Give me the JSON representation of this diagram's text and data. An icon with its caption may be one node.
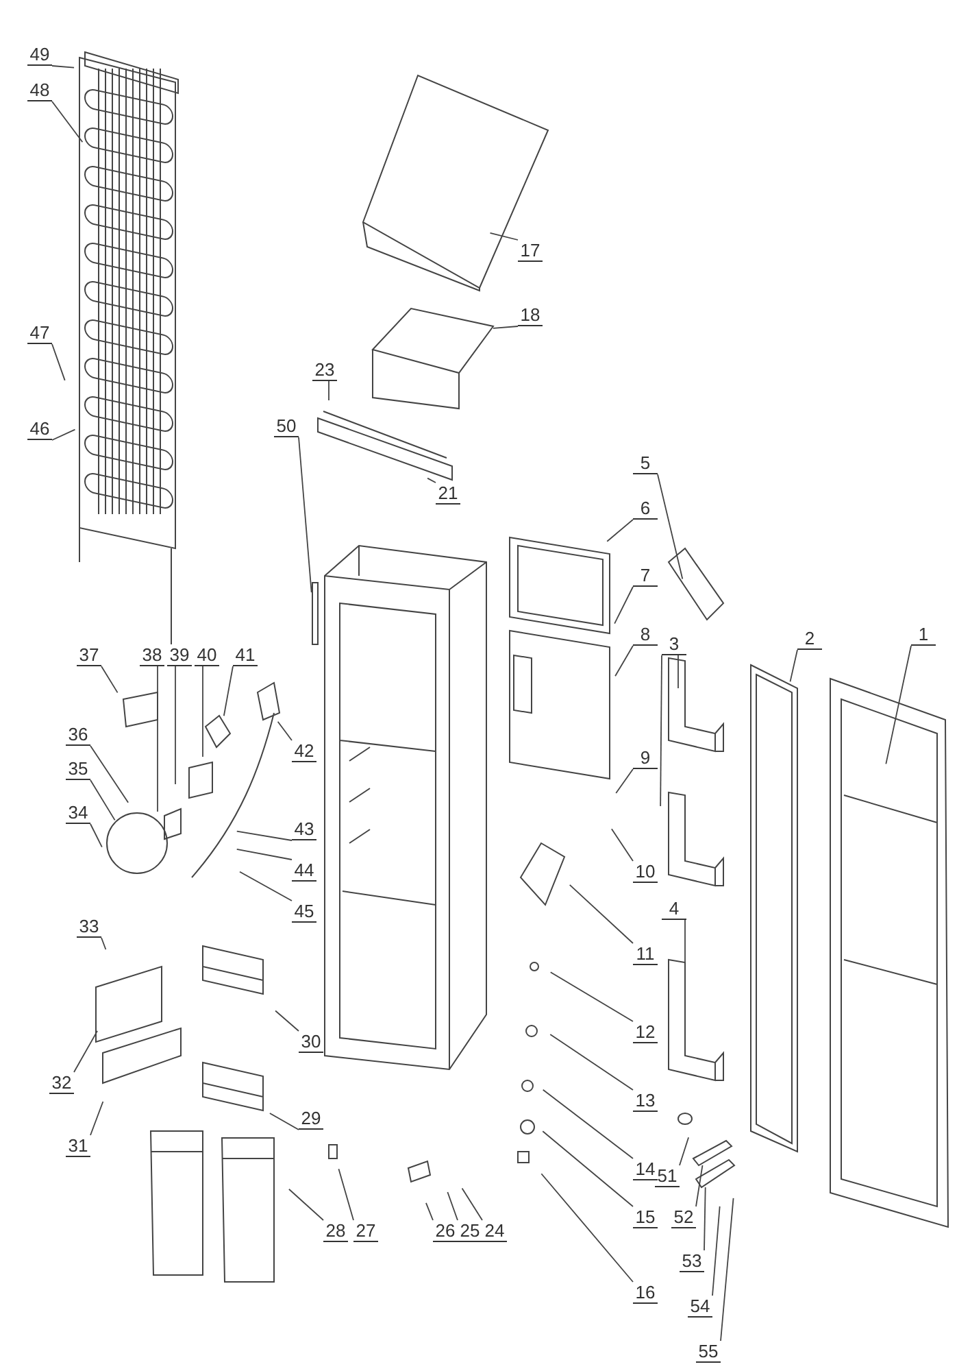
{
  "diagram": {
    "nodes": [
      {
        "text": [
          "1"
        ]
      },
      {
        "text": [
          "2"
        ]
      },
      {
        "text": [
          "3"
        ]
      },
      {
        "text": [
          "4"
        ]
      },
      {
        "text": [
          "5"
        ]
      },
      {
        "text": [
          "6"
        ]
      },
      {
        "text": [
          "7"
        ]
      },
      {
        "text": [
          "8"
        ]
      },
      {
        "text": [
          "9"
        ]
      },
      {
        "text": [
          "10"
        ]
      },
      {
        "text": [
          "11"
        ]
      },
      {
        "text": [
          "12"
        ]
      },
      {
        "text": [
          "13"
        ]
      },
      {
        "text": [
          "14"
        ]
      },
      {
        "text": [
          "15"
        ]
      },
      {
        "text": [
          "16"
        ]
      },
      {
        "text": [
          "17"
        ]
      },
      {
        "text": [
          "18"
        ]
      },
      {
        "text": [
          "21"
        ]
      },
      {
        "text": [
          "23"
        ]
      },
      {
        "text": [
          "24"
        ]
      },
      {
        "text": [
          "25"
        ]
      },
      {
        "text": [
          "26"
        ]
      },
      {
        "text": [
          "27"
        ]
      },
      {
        "text": [
          "28"
        ]
      },
      {
        "text": [
          "29"
        ]
      },
      {
        "text": [
          "30"
        ]
      },
      {
        "text": [
          "31"
        ]
      },
      {
        "text": [
          "32"
        ]
      },
      {
        "text": [
          "33"
        ]
      },
      {
        "text": [
          "34"
        ]
      },
      {
        "text": [
          "35"
        ]
      },
      {
        "text": [
          "36"
        ]
      },
      {
        "text": [
          "37"
        ]
      },
      {
        "text": [
          "38"
        ]
      },
      {
        "text": [
          "39"
        ]
      },
      {
        "text": [
          "40"
        ]
      },
      {
        "text": [
          "41"
        ]
      },
      {
        "text": [
          "42"
        ]
      },
      {
        "text": [
          "43"
        ]
      },
      {
        "text": [
          "44"
        ]
      },
      {
        "text": [
          "45"
        ]
      },
      {
        "text": [
          "46"
        ]
      },
      {
        "text": [
          "47"
        ]
      },
      {
        "text": [
          "48"
        ]
      },
      {
        "text": [
          "49"
        ]
      },
      {
        "text": [
          "50"
        ]
      },
      {
        "text": [
          "51"
        ]
      },
      {
        "text": [
          "52"
        ]
      },
      {
        "text": [
          "53"
        ]
      },
      {
        "text": [
          "54"
        ]
      },
      {
        "text": [
          "55"
        ]
      }
    ],
    "edges": [
      {
        "from": 0,
        "to": null,
        "arrow": "none"
      },
      {
        "from": 1,
        "to": null,
        "arrow": "none"
      },
      {
        "from": 2,
        "to": null,
        "arrow": "none"
      },
      {
        "from": 2,
        "to": null,
        "arrow": "none"
      },
      {
        "from": 3,
        "to": null,
        "arrow": "none"
      },
      {
        "from": 4,
        "to": null,
        "arrow": "none"
      },
      {
        "from": 5,
        "to": null,
        "arrow": "none"
      },
      {
        "from": 6,
        "to": null,
        "arrow": "none"
      },
      {
        "from": 7,
        "to": null,
        "arrow": "none"
      },
      {
        "from": 8,
        "to": null,
        "arrow": "none"
      },
      {
        "from": 9,
        "to": null,
        "arrow": "none"
      },
      {
        "from": 10,
        "to": null,
        "arrow": "none"
      },
      {
        "from": 11,
        "to": null,
        "arrow": "none"
      },
      {
        "from": 12,
        "to": null,
        "arrow": "none"
      },
      {
        "from": 13,
        "to": null,
        "arrow": "none"
      },
      {
        "from": 14,
        "to": null,
        "arrow": "none"
      },
      {
        "from": 15,
        "to": null,
        "arrow": "none"
      },
      {
        "from": 16,
        "to": null,
        "arrow": "none"
      },
      {
        "from": 17,
        "to": null,
        "arrow": "none"
      },
      {
        "from": 18,
        "to": null,
        "arrow": "none"
      },
      {
        "from": 19,
        "to": null,
        "arrow": "none"
      },
      {
        "from": 20,
        "to": null,
        "arrow": "none"
      },
      {
        "from": 21,
        "to": null,
        "arrow": "none"
      },
      {
        "from": 22,
        "to": null,
        "arrow": "none"
      },
      {
        "from": 23,
        "to": null,
        "arrow": "none"
      },
      {
        "from": 24,
        "to": null,
        "arrow": "none"
      },
      {
        "from": 25,
        "to": null,
        "arrow": "none"
      },
      {
        "from": 26,
        "to": null,
        "arrow": "none"
      },
      {
        "from": 27,
        "to": null,
        "arrow": "none"
      },
      {
        "from": 28,
        "to": null,
        "arrow": "none"
      },
      {
        "from": 29,
        "to": null,
        "arrow": "none"
      },
      {
        "from": 30,
        "to": null,
        "arrow": "none"
      },
      {
        "from": 31,
        "to": null,
        "arrow": "none"
      },
      {
        "from": 32,
        "to": null,
        "arrow": "none"
      },
      {
        "from": 33,
        "to": null,
        "arrow": "none"
      },
      {
        "from": 34,
        "to": null,
        "arrow": "none"
      },
      {
        "from": 35,
        "to": null,
        "arrow": "none"
      },
      {
        "from": 36,
        "to": null,
        "arrow": "none"
      },
      {
        "from": 37,
        "to": null,
        "arrow": "none"
      },
      {
        "from": 38,
        "to": null,
        "arrow": "none"
      },
      {
        "from": 39,
        "to": null,
        "arrow": "none"
      },
      {
        "from": 40,
        "to": null,
        "arrow": "none"
      },
      {
        "from": 41,
        "to": null,
        "arrow": "none"
      },
      {
        "from": 42,
        "to": null,
        "arrow": "none"
      },
      {
        "from": 43,
        "to": null,
        "arrow": "none"
      },
      {
        "from": 44,
        "to": null,
        "arrow": "none"
      },
      {
        "from": 45,
        "to": null,
        "arrow": "none"
      },
      {
        "from": 46,
        "to": null,
        "arrow": "none"
      },
      {
        "from": 47,
        "to": null,
        "arrow": "none"
      },
      {
        "from": 48,
        "to": null,
        "arrow": "none"
      },
      {
        "from": 49,
        "to": null,
        "arrow": "none"
      },
      {
        "from": 50,
        "to": null,
        "arrow": "none"
      },
      {
        "from": 51,
        "to": null,
        "arrow": "none"
      }
    ]
  }
}
